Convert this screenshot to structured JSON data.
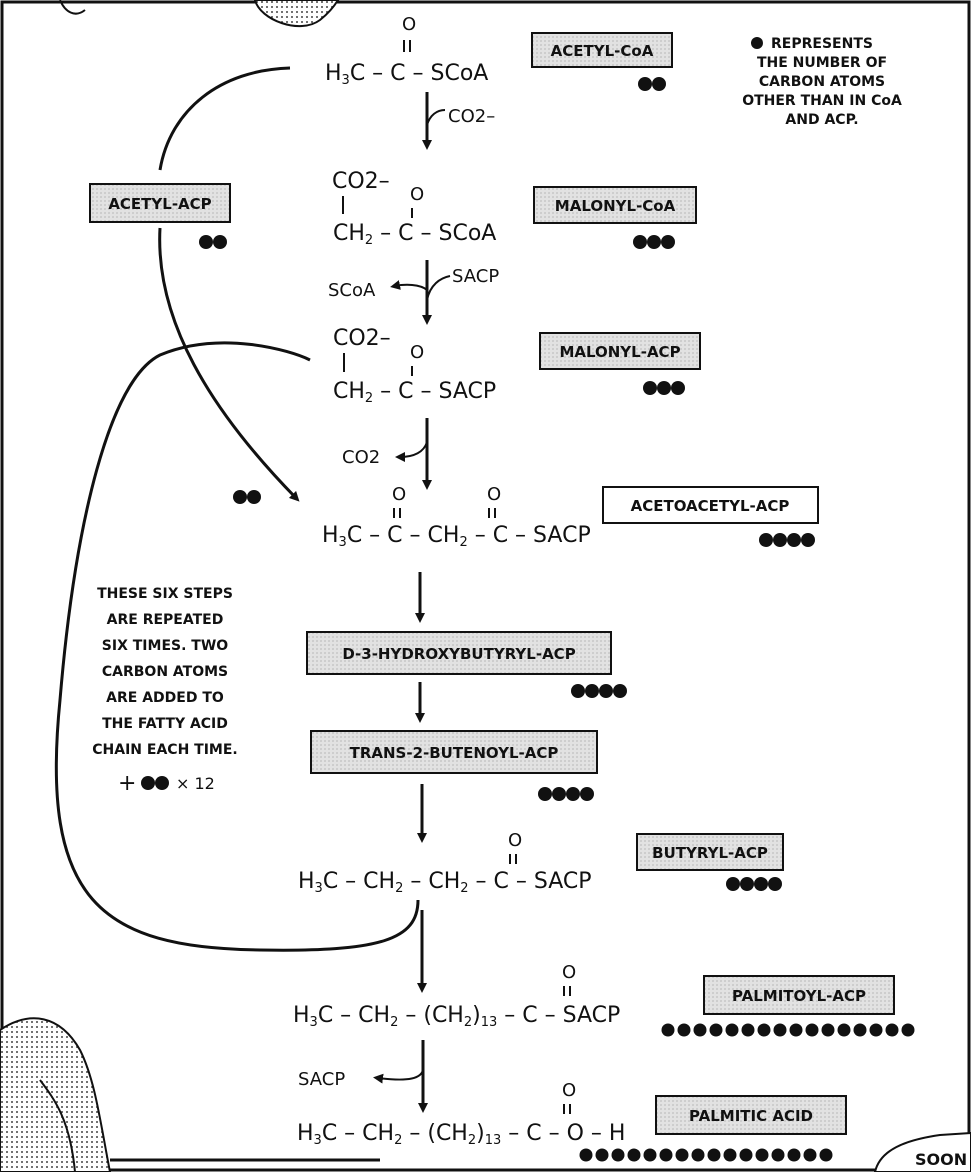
{
  "legend_note": {
    "lines": [
      "REPRESENTS",
      "THE NUMBER OF",
      "CARBON ATOMS",
      "OTHER THAN IN CoA",
      "AND ACP."
    ],
    "dot_count": 1
  },
  "repeat_note": {
    "lines": [
      "THESE SIX STEPS",
      "ARE REPEATED",
      "SIX TIMES. TWO",
      "CARBON ATOMS",
      "ARE ADDED TO",
      "THE FATTY ACID",
      "CHAIN EACH TIME."
    ],
    "plus_prefix": "+",
    "multiplier": "× 12",
    "dot_count": 2
  },
  "compounds": [
    {
      "id": "acetyl-coa",
      "label": "ACETYL-CoA",
      "dots": 2,
      "formula": "H3C – C – SCoA",
      "shaded": true
    },
    {
      "id": "malonyl-coa",
      "label": "MALONYL-CoA",
      "dots": 3,
      "formula": "CH2 – C – SCoA",
      "top": "CO2–",
      "shaded": true
    },
    {
      "id": "malonyl-acp",
      "label": "MALONYL-ACP",
      "dots": 3,
      "formula": "CH2 – C – SACP",
      "top": "CO2–",
      "shaded": true
    },
    {
      "id": "acetoacetyl-acp",
      "label": "ACETOACETYL-ACP",
      "dots": 4,
      "formula": "H3C – C – CH2 – C – SACP",
      "shaded": false
    },
    {
      "id": "hydroxybutyryl-acp",
      "label": "D-3-HYDROXYBUTYRYL-ACP",
      "dots": 4,
      "shaded": true
    },
    {
      "id": "butenoyl-acp",
      "label": "TRANS-2-BUTENOYL-ACP",
      "dots": 4,
      "shaded": true
    },
    {
      "id": "butyryl-acp",
      "label": "BUTYRYL-ACP",
      "dots": 4,
      "formula": "H3C – CH2 – CH2 – C – SACP",
      "shaded": true
    },
    {
      "id": "palmitoyl-acp",
      "label": "PALMITOYL-ACP",
      "dots": 16,
      "formula": "H3C – CH2 – (CH2)13 – C – SACP",
      "shaded": true
    },
    {
      "id": "palmitic-acid",
      "label": "PALMITIC ACID",
      "dots": 16,
      "formula": "H3C – CH2 – (CH2)13 – C – O – H",
      "shaded": true
    }
  ],
  "side_compound": {
    "label": "ACETYL-ACP",
    "dots": 2
  },
  "reagents": {
    "co2_minus_in": "CO2–",
    "scoa_out": "SCoA",
    "sacp_in": "SACP",
    "co2_out": "CO2",
    "sacp_out": "SACP",
    "incoming_dots": 2
  },
  "speech_bubble": "SOON"
}
